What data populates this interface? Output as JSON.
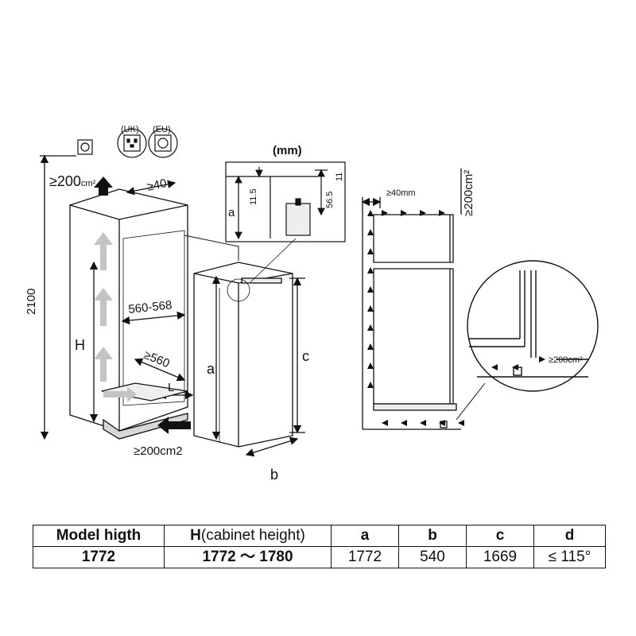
{
  "diagram": {
    "unit_label": "(mm)",
    "height_total": "2100",
    "vent_top": "≥200",
    "vent_top_unit": "cm²",
    "gap_top": "≥40",
    "label_H": "H",
    "width_inner": "560-568",
    "depth_inner": "≥560",
    "label_L": "L",
    "vent_bottom": "≥200cm2",
    "label_a": "a",
    "label_b": "b",
    "label_c": "c",
    "socket_uk": "(UK)",
    "socket_eu": "(EU)",
    "detail_11_5": "11.5",
    "detail_56_5": "56.5",
    "detail_11": "11",
    "side_gap": "≥40mm",
    "side_vent": "≥200cm²",
    "zoom_vent": "≥200cm²"
  },
  "table": {
    "headers": {
      "model": "Model higth",
      "h_bold": "H",
      "h_rest": "(cabinet height)",
      "a": "a",
      "b": "b",
      "c": "c",
      "d": "d"
    },
    "row": {
      "model": "1772",
      "h": "1772 ～ 1780",
      "a": "1772",
      "b": "540",
      "c": "1669",
      "d": "≤ 115°"
    }
  }
}
